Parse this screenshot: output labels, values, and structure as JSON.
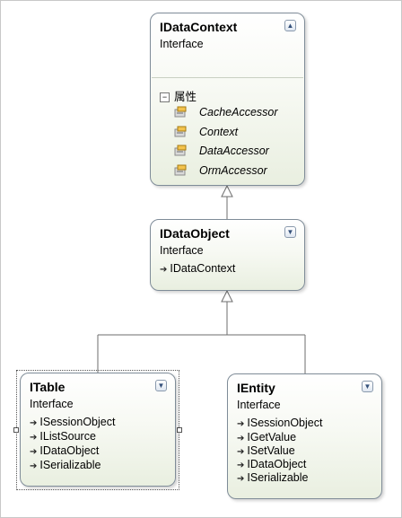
{
  "idatacontext": {
    "title": "IDataContext",
    "stereotype": "Interface",
    "section_label": "属性",
    "properties": [
      "CacheAccessor",
      "Context",
      "DataAccessor",
      "OrmAccessor"
    ],
    "toggle_icon": "collapse-icon"
  },
  "idataobject": {
    "title": "IDataObject",
    "stereotype": "Interface",
    "implements": [
      "IDataContext"
    ],
    "toggle_icon": "expand-icon"
  },
  "itable": {
    "title": "ITable",
    "stereotype": "Interface",
    "implements": [
      "ISessionObject",
      "IListSource",
      "IDataObject",
      "ISerializable"
    ],
    "toggle_icon": "expand-icon"
  },
  "ientity": {
    "title": "IEntity",
    "stereotype": "Interface",
    "implements": [
      "ISessionObject",
      "IGetValue",
      "ISetValue",
      "IDataObject",
      "ISerializable"
    ],
    "toggle_icon": "expand-icon"
  },
  "colors": {
    "box_border": "#7f8c98",
    "box_fill_top": "#ffffff",
    "box_fill_bottom": "#e9efe0",
    "connector": "#6e6e6e"
  }
}
